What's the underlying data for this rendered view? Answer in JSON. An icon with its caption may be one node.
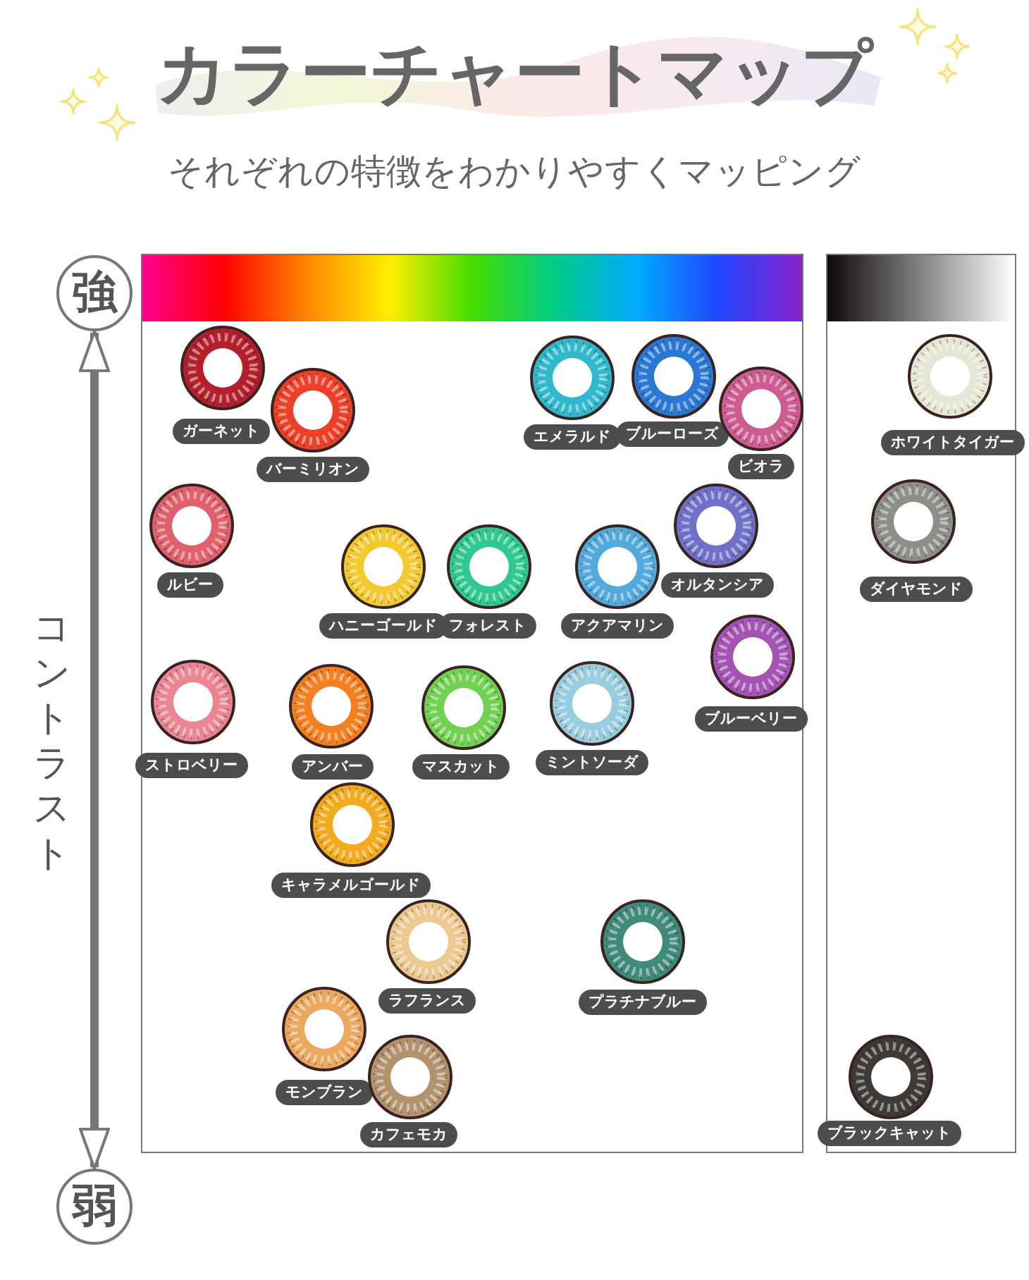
{
  "diagram": {
    "title": "カラーチャートマップ",
    "nodes": [
      {
        "text": [
          "強"
        ]
      },
      {
        "text": [],
        "shape": "box"
      },
      {
        "text": [],
        "shape": "bar",
        "in": 1
      },
      {
        "text": [
          "ガーネット"
        ],
        "in": 1
      },
      {
        "text": [
          "バーミリオン"
        ],
        "in": 1
      },
      {
        "text": [
          "エメラルド"
        ],
        "in": 1
      },
      {
        "text": [
          "ブルーローズ"
        ],
        "in": 1
      },
      {
        "text": [
          "ビオラ"
        ],
        "in": 1
      },
      {
        "text": [
          "ルビー"
        ],
        "in": 1
      },
      {
        "text": [
          "ハニーゴールド"
        ],
        "in": 1
      },
      {
        "text": [
          "フォレスト"
        ],
        "in": 1
      },
      {
        "text": [
          "アクアマリン"
        ],
        "in": 1
      },
      {
        "text": [
          "オルタンシア"
        ],
        "in": 1
      },
      {
        "text": [
          "ブルーベリー"
        ],
        "in": 1
      },
      {
        "text": [
          "ストロベリー"
        ],
        "in": 1
      },
      {
        "text": [
          "アンバー"
        ],
        "in": 1
      },
      {
        "text": [
          "マスカット"
        ],
        "in": 1
      },
      {
        "text": [
          "ミントソーダ"
        ],
        "in": 1
      },
      {
        "text": [
          "キャラメルゴールド"
        ],
        "in": 1
      },
      {
        "text": [
          "ラフランス"
        ],
        "in": 1
      },
      {
        "text": [
          "プラチナブルー"
        ],
        "in": 1
      },
      {
        "text": [
          "モンブラン"
        ],
        "in": 1
      },
      {
        "text": [
          "カフェモカ"
        ],
        "in": 1
      },
      {
        "text": [],
        "shape": "box"
      },
      {
        "text": [],
        "shape": "bar",
        "in": 23
      },
      {
        "text": [
          "ホワイトタイガー"
        ],
        "in": 23
      },
      {
        "text": [
          "ダイヤモンド"
        ],
        "in": 23
      },
      {
        "text": [
          "ブラックキャット"
        ],
        "in": 23
      },
      {
        "text": [
          "弱"
        ]
      }
    ],
    "edges": [
      {
        "from": 0,
        "to": 28,
        "arrow": "both"
      }
    ],
    "labels": [
      "それぞれの特徴をわかりやすくマッピング",
      "コントラスト"
    ]
  }
}
